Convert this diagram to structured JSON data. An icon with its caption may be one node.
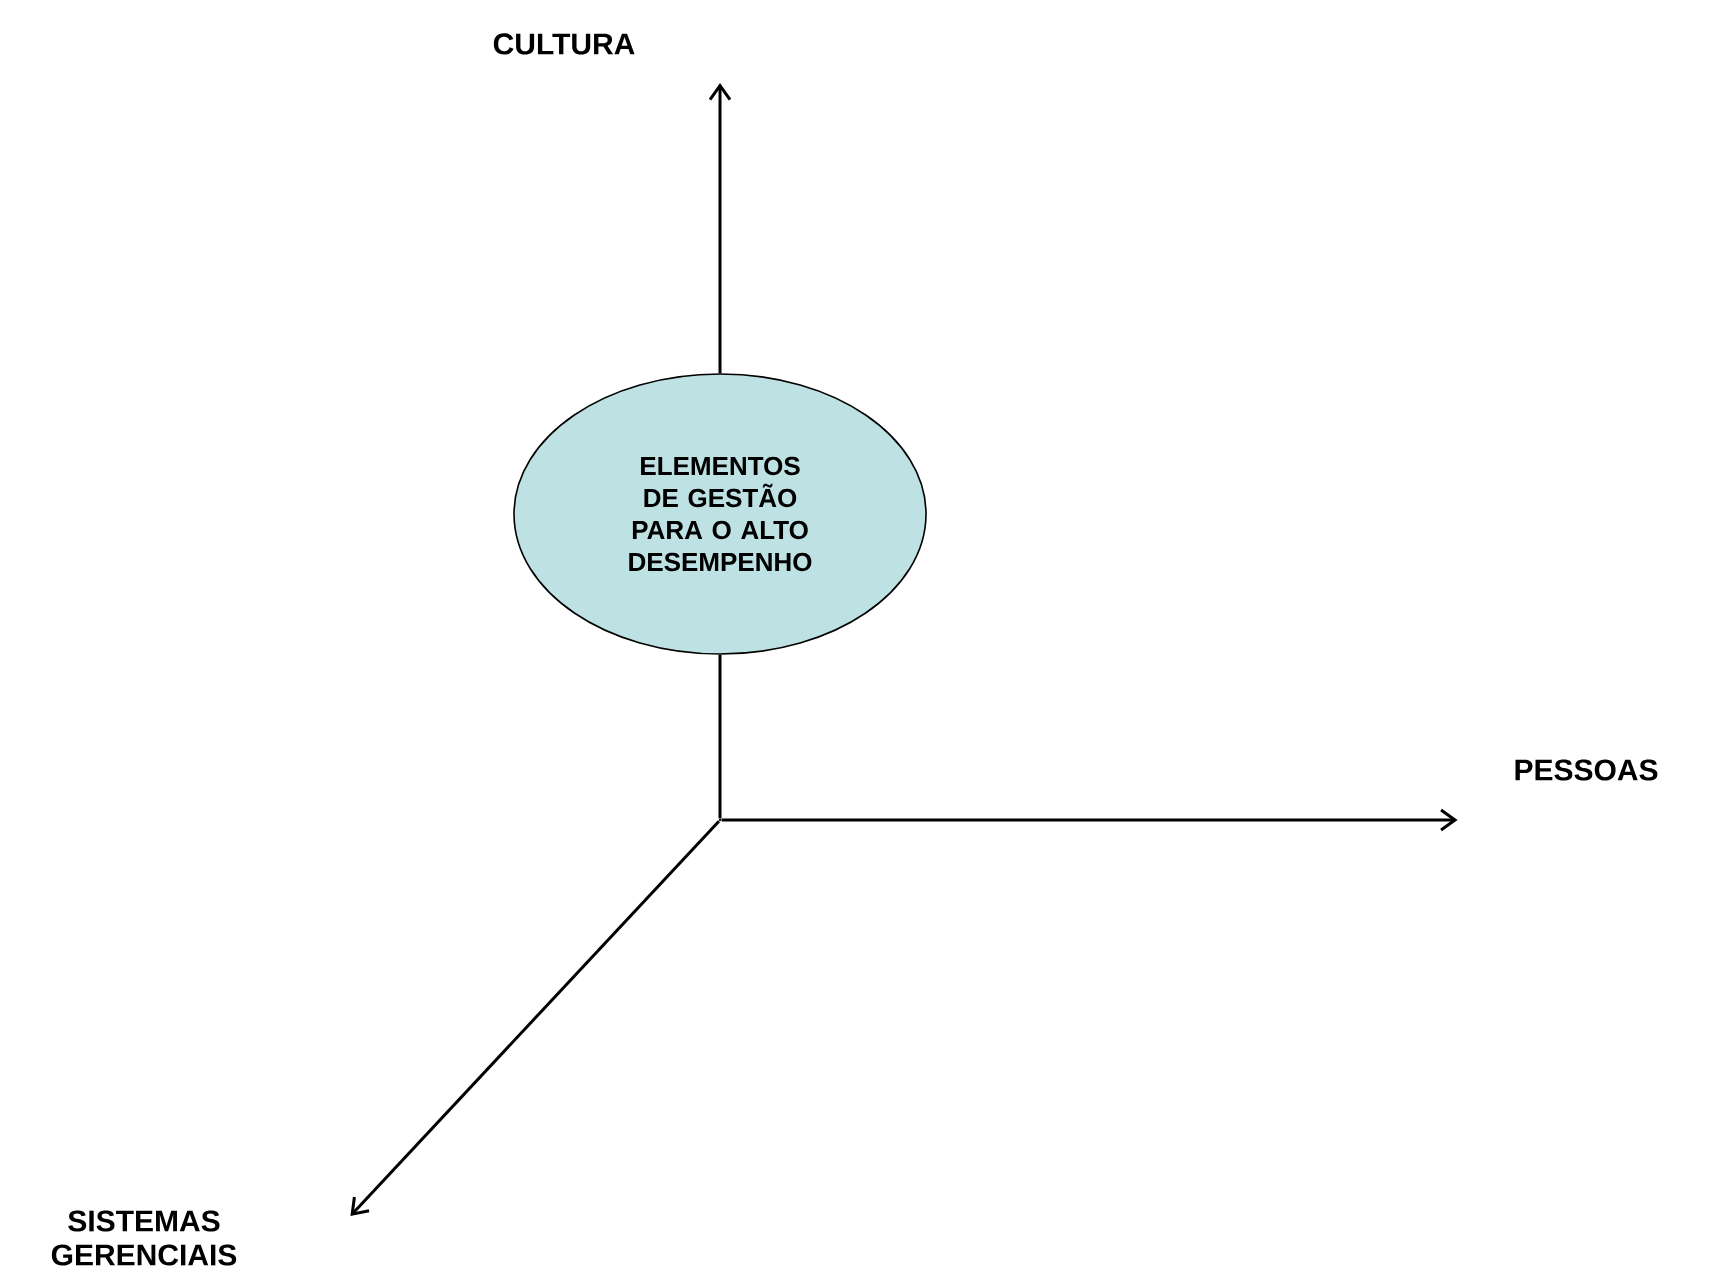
{
  "diagram": {
    "nodes": [
      {
        "text": [
          "CULTURA"
        ]
      },
      {
        "text": [
          "ELEMENTOS DE GESTÃO PARA O ALTO DESEMPENHO"
        ]
      },
      {
        "text": [
          "PESSOAS"
        ]
      },
      {
        "text": [
          "SISTEMAS GERENCIAIS"
        ]
      },
      {
        "text": [],
        "shape": "point"
      }
    ],
    "edges": [
      {
        "from": 4,
        "to": 1,
        "arrow": "none"
      },
      {
        "from": 1,
        "to": 0,
        "arrow": "to"
      },
      {
        "from": 4,
        "to": 2,
        "arrow": "to"
      },
      {
        "from": 4,
        "to": 3,
        "arrow": "to"
      }
    ]
  }
}
